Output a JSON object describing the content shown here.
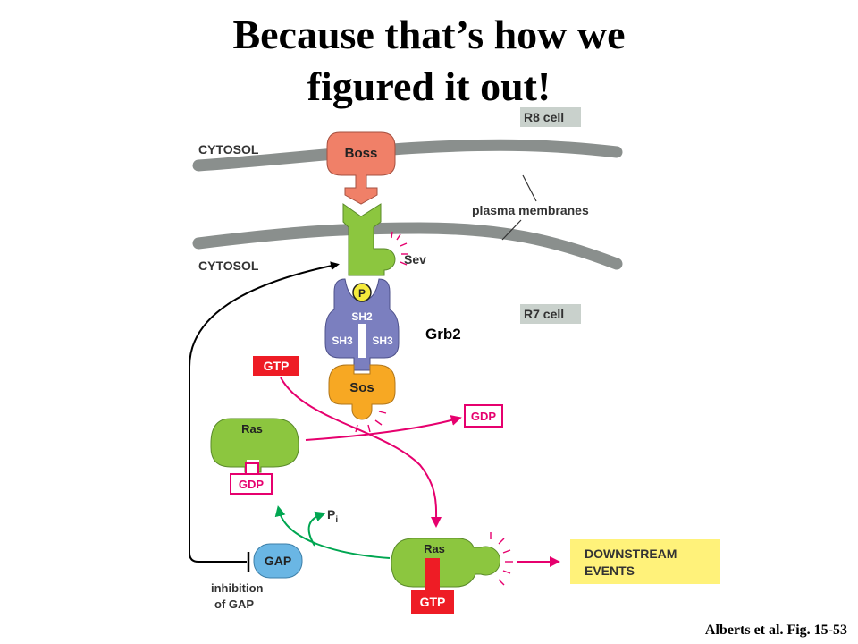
{
  "slide": {
    "title_line1": "Because that’s how we",
    "title_line2": "figured it out!",
    "citation": "Alberts et al. Fig. 15-53"
  },
  "diagram": {
    "cytosol_top": "CYTOSOL",
    "cytosol_bottom": "CYTOSOL",
    "r8_cell": "R8 cell",
    "r7_cell": "R7 cell",
    "plasma_membranes": "plasma membranes",
    "boss": "Boss",
    "sev": "Sev",
    "phosphate": "P",
    "sh2": "SH2",
    "sh3_left": "SH3",
    "sh3_right": "SH3",
    "grb2": "Grb2",
    "sos": "Sos",
    "gtp_top": "GTP",
    "gdp_released": "GDP",
    "ras_inactive": "Ras",
    "gdp_bound": "GDP",
    "ras_active": "Ras",
    "gtp_bound": "GTP",
    "pi": "P",
    "pi_sub": "i",
    "gap": "GAP",
    "inhibition_line1": "inhibition",
    "inhibition_line2": "of GAP",
    "downstream_line1": "DOWNSTREAM",
    "downstream_line2": "EVENTS"
  },
  "colors": {
    "membrane": "#8a8f8d",
    "boss": "#f08068",
    "sev": "#8cc63f",
    "grb2": "#7b7fbf",
    "sos": "#f7a823",
    "gtp_red": "#ee1c25",
    "magenta": "#e6006e",
    "ras_green": "#8cc63f",
    "gap_blue": "#6ab6e4",
    "green_arrow": "#00a651",
    "downstream_yellow": "#fff27a",
    "label_box": "#c9d1cc"
  }
}
